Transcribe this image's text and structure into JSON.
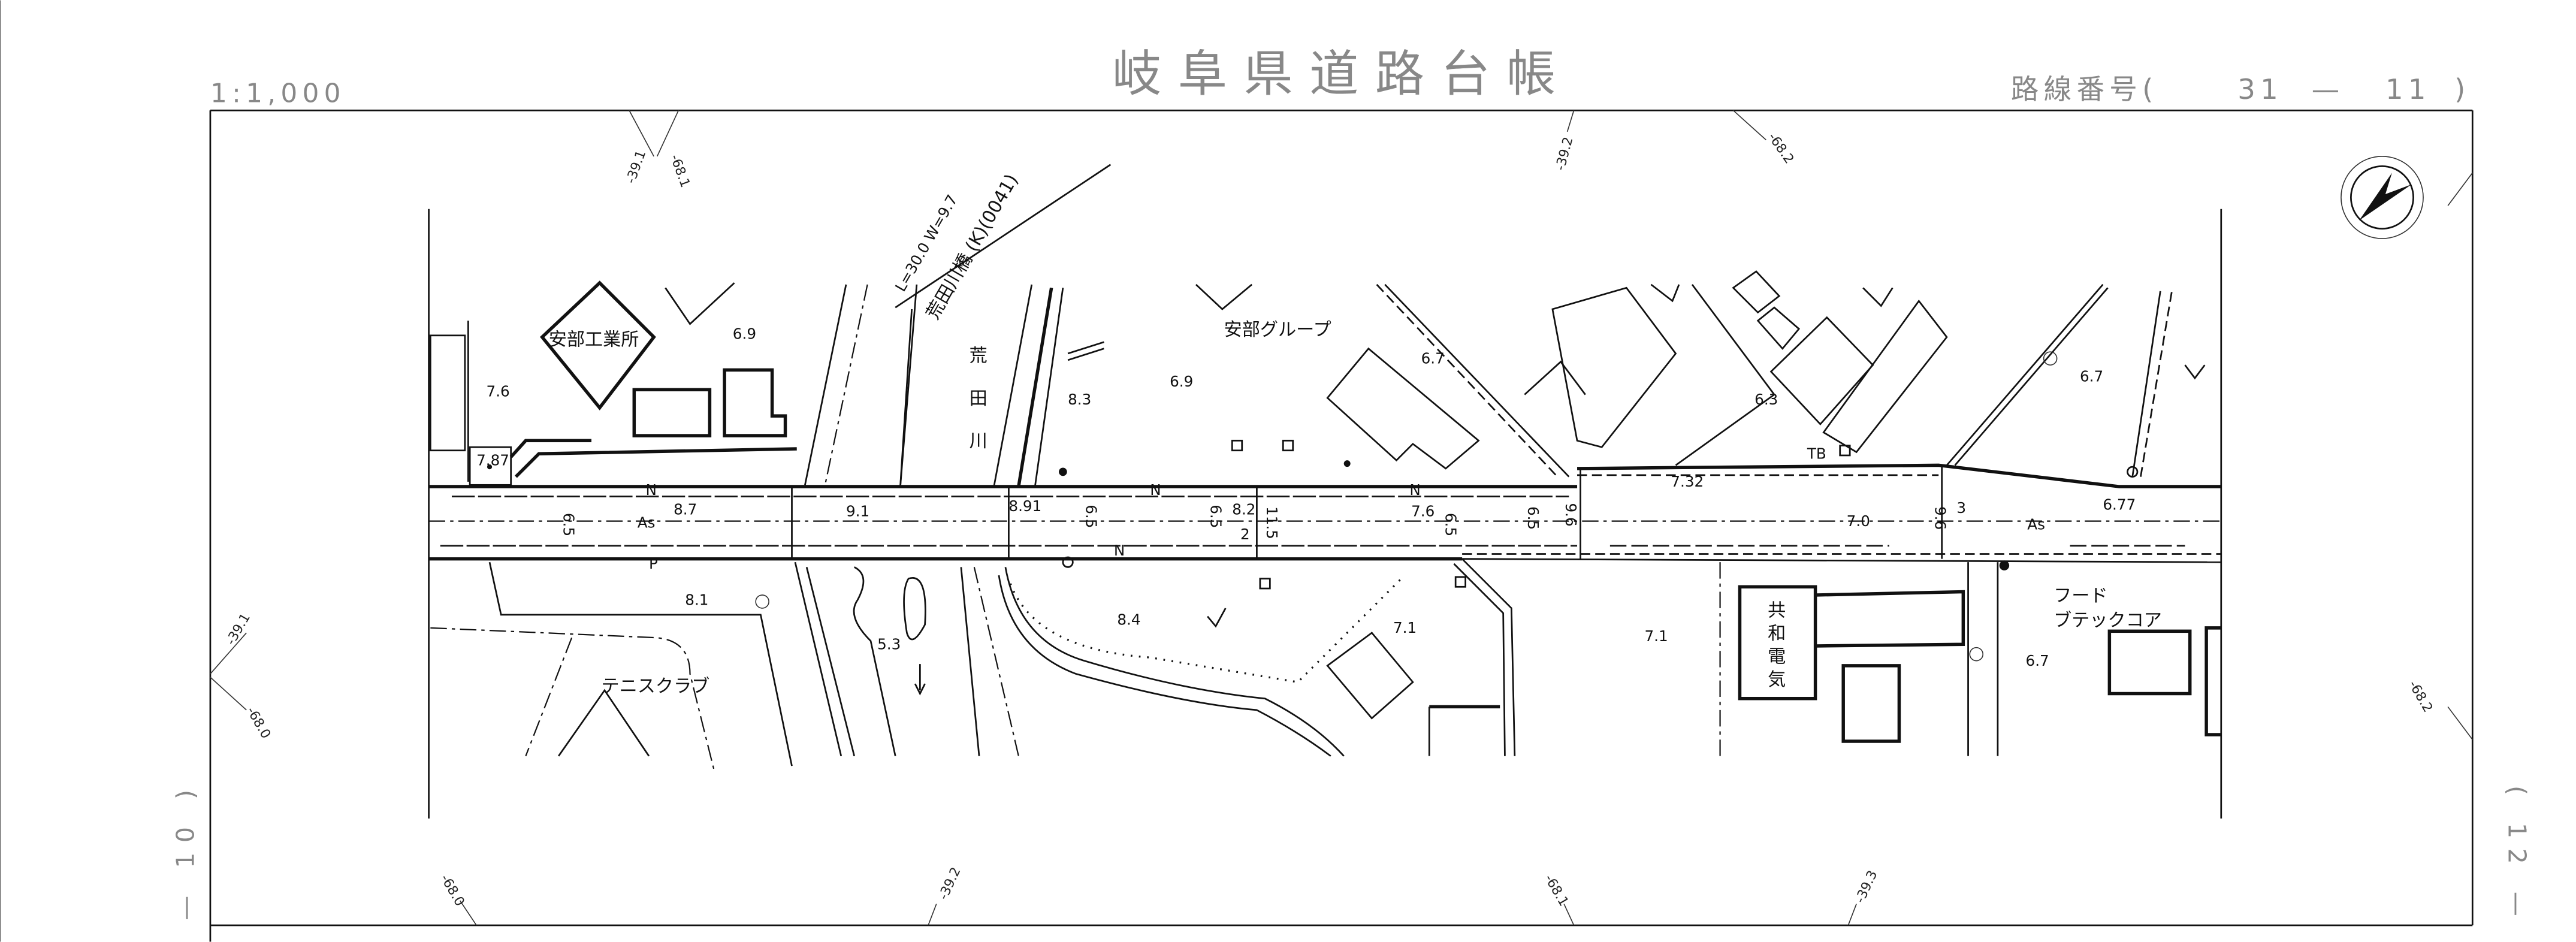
{
  "header": {
    "scale": "1:1,000",
    "title": "岐阜県道路台帳",
    "route_label": "路線番号(",
    "route_a": "31",
    "route_sep": "—",
    "route_b": "11",
    "route_close": ")"
  },
  "sheet_edges": {
    "left": "— 10 )",
    "right": "( 12 —"
  },
  "coords": [
    "-39.1",
    "-68.1",
    "-39.2",
    "-68.2",
    "-39.1",
    "-68.0",
    "-68.0",
    "-39.2",
    "-68.1",
    "-39.3",
    "-68.2"
  ],
  "bridge": {
    "dims": "L=30.0  W=9.7",
    "name": "荒田川橋 (K)(0041)"
  },
  "places": {
    "abe_kogyo": "安部工業所",
    "abe_group": "安部グループ",
    "river": [
      "荒",
      "田",
      "川"
    ],
    "tennis": "テニスクラブ",
    "kyowa": [
      "共",
      "和",
      "電",
      "気"
    ],
    "food1": "フード",
    "food2": "ブテックコア",
    "tb": "TB"
  },
  "elevations": {
    "e1": "6.9",
    "e2": "7.6",
    "e3": "7.87",
    "e4": "8.3",
    "e5": "6.9",
    "e6": "6.7",
    "e7": "6.3",
    "e8": "6.7",
    "e9": "7.32",
    "e10": "8.7",
    "e11": "9.1",
    "e12": "8.91",
    "e13": "8.2",
    "e14": "7.6",
    "e15": "7.0",
    "e16": "6.77",
    "e17": "8.1",
    "e18": "5.3",
    "e19": "8.4",
    "e20": "7.1",
    "e21": "7.1",
    "e22": "6.7"
  },
  "road": {
    "surface": "As",
    "widths": [
      "6.5",
      "6.5",
      "6.5",
      "6.5",
      "6.5",
      "9.6",
      "9.6",
      "11.5"
    ],
    "lane_label_2": "2",
    "lane_label_3": "3",
    "marker_n": "N",
    "marker_p": "P"
  }
}
